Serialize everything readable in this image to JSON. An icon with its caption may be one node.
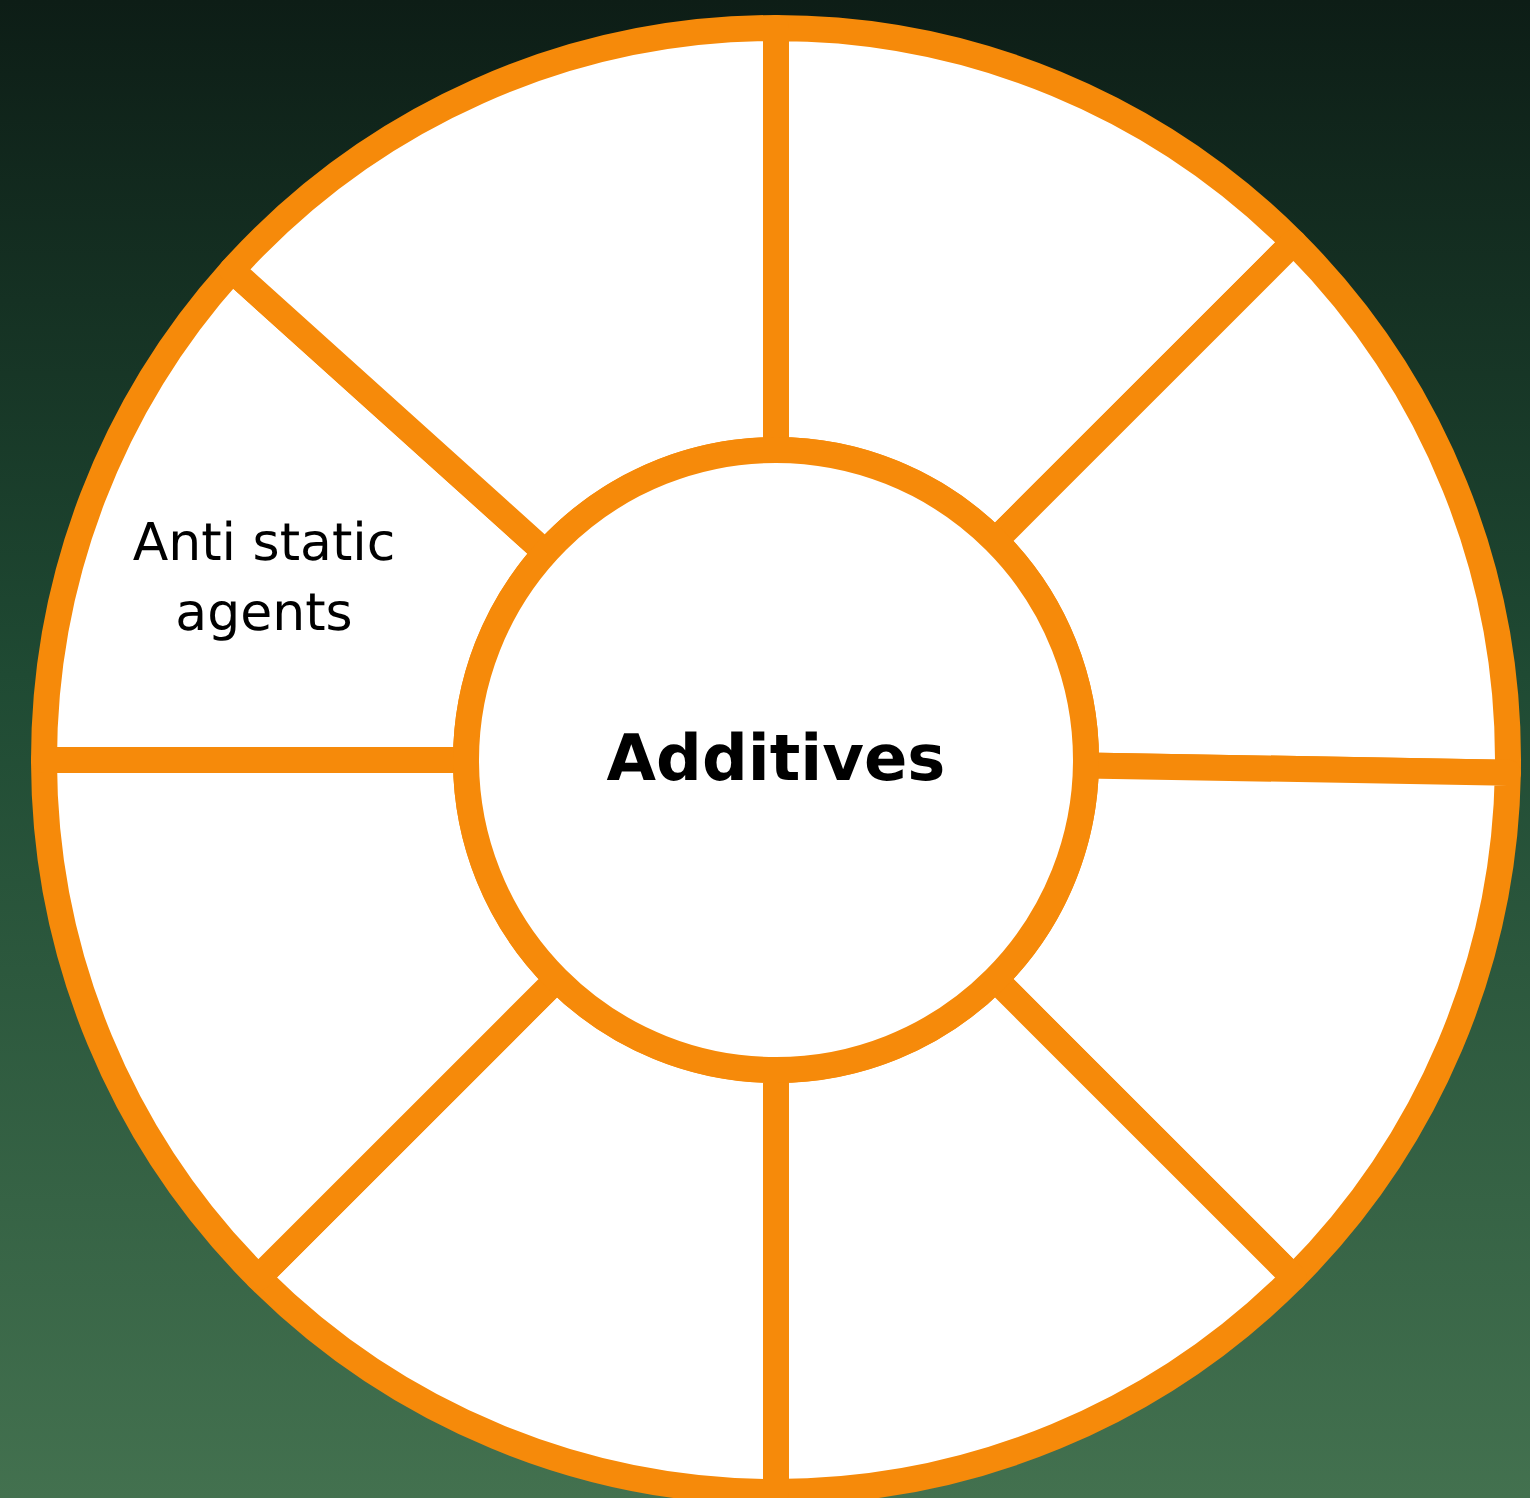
{
  "diagram": {
    "nodes": [
      {
        "text": [
          "Additives"
        ]
      },
      {
        "text": [],
        "shape": "segment"
      },
      {
        "text": [],
        "shape": "segment"
      },
      {
        "text": [],
        "shape": "segment"
      },
      {
        "text": [],
        "shape": "segment"
      },
      {
        "text": [],
        "shape": "segment"
      },
      {
        "text": [],
        "shape": "segment"
      },
      {
        "text": [
          "Anti static agents"
        ]
      },
      {
        "text": [],
        "shape": "segment"
      }
    ]
  }
}
